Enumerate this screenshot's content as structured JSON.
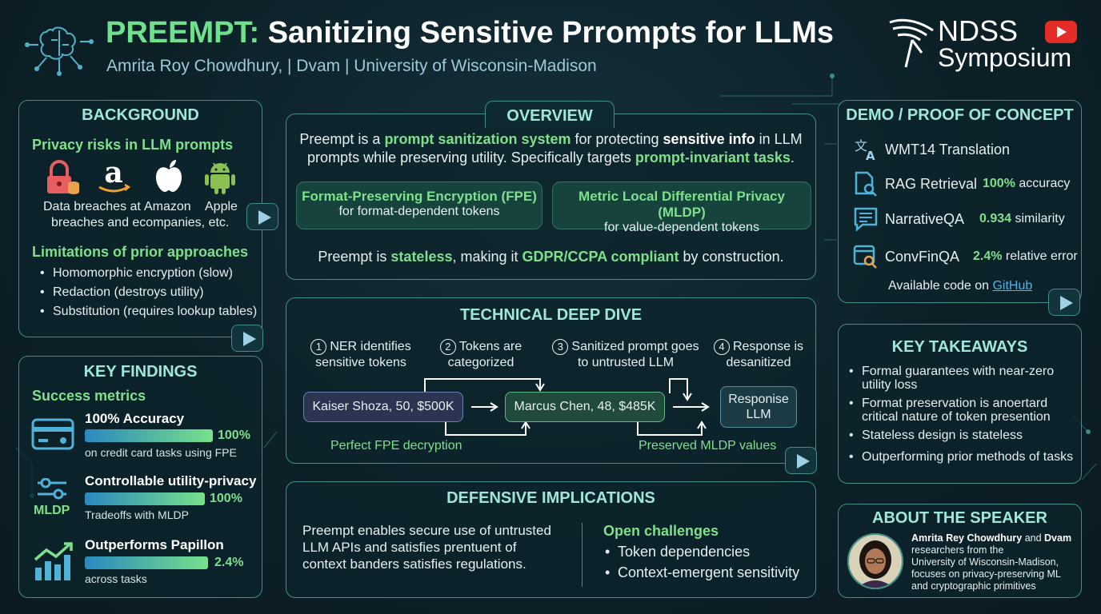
{
  "header": {
    "title_prefix": "PREEMPT:",
    "title_rest": "Sanitizing Sensitive Prrompts for LLMs",
    "authors": "Amrita Roy Chowdhury, | Dvam | University of Wisconsin-Madison",
    "logo_line1": "NDSS",
    "logo_line2": "Symposium"
  },
  "background": {
    "heading": "BACKGROUND",
    "privacy_heading": "Privacy risks in LLM prompts",
    "captions": [
      "Data breaches at",
      "Amazon",
      "Apple"
    ],
    "caption_line2": "breaches and ecompanies, etc.",
    "limitations_heading": "Limitations of prior approaches",
    "limitations": [
      "Homomorphic encryption (slow)",
      "Redaction (destroys utility)",
      "Substitution (requires lookup tables)"
    ]
  },
  "key_findings": {
    "heading": "KEY FINDINGS",
    "subheading": "Success metrics",
    "items": [
      {
        "title": "100% Accuracy",
        "value_text": "100%",
        "value": 100,
        "caption": "on credit card tasks using FPE"
      },
      {
        "title": "Controllable utility-privacy",
        "value_text": "100%",
        "value": 100,
        "caption": "Tradeoffs with MLDP",
        "icon_label": "MLDP"
      },
      {
        "title": "Outperforms Papillon",
        "value_text": "2.4%",
        "value": 2.4,
        "caption": "across tasks"
      }
    ]
  },
  "overview": {
    "heading": "OVERVIEW",
    "line1_a": "Preempt is a ",
    "line1_b": "prompt sanitization system",
    "line1_c": " for protecting ",
    "line1_d": "sensitive info",
    "line1_e": " in LLM",
    "line2_a": "prompts while preserving utility. Specifically targets ",
    "line2_b": "prompt-invariant tasks",
    "line2_c": ".",
    "fpe_title": "Format-Preserving Encryption (FPE)",
    "fpe_sub": "for format-dependent tokens",
    "mldp_title": "Metric Local Differential Privacy (MLDP)",
    "mldp_sub": "for value-dependent tokens",
    "stateless_a": "Preempt is ",
    "stateless_b": "stateless",
    "stateless_c": ", making it ",
    "stateless_d": "GDPR/CCPA compliant",
    "stateless_e": " by construction."
  },
  "deep_dive": {
    "heading": "TECHNICAL DEEP DIVE",
    "steps": [
      {
        "num": "1",
        "line1": "NER identifies",
        "line2": "sensitive tokens"
      },
      {
        "num": "2",
        "line1": "Tokens are",
        "line2": "categorized"
      },
      {
        "num": "3",
        "line1": "Sanitized prompt goes",
        "line2": "to untrusted LLM"
      },
      {
        "num": "4",
        "line1": "Response is",
        "line2": "desanitized"
      }
    ],
    "input_box": "Kaiser Shoza, 50, $500K",
    "mid_box": "Marcus Chen, 48, $485K",
    "llm_line1": "Responise",
    "llm_line2": "LLM",
    "label_left": "Perfect FPE decryption",
    "label_right": "Preserved MLDP values"
  },
  "defensive": {
    "heading": "DEFENSIVE IMPLICATIONS",
    "text": [
      "Preempt enables secure use of untrusted",
      "LLM APIs and satisfies prentuent of",
      "context banders satisfies regulations."
    ],
    "challenges_heading": "Open challenges",
    "challenges": [
      "Token dependencies",
      "Context-emergent sensitivity"
    ]
  },
  "demo": {
    "heading": "DEMO / PROOF OF CONCEPT",
    "items": [
      {
        "name": "WMT14 Translation",
        "value": "",
        "metric": ""
      },
      {
        "name": "RAG Retrieval",
        "value": "100%",
        "metric": "accuracy"
      },
      {
        "name": "NarrativeQA",
        "value": "0.934",
        "metric": "similarity"
      },
      {
        "name": "ConvFinQA",
        "value": "2.4%",
        "metric": "relative error"
      }
    ],
    "code_text": "Available code on ",
    "code_link": "GitHub"
  },
  "takeaways": {
    "heading": "KEY TAKEAWAYS",
    "items": [
      [
        "Formal guarantees with near-zero",
        "utility loss"
      ],
      [
        "Format preservation is anoertard",
        "critical nature of token  presention"
      ],
      [
        "Stateless design is stateless"
      ],
      [
        "Outperforming prior methods of tasks"
      ]
    ]
  },
  "speaker": {
    "heading": "ABOUT THE SPEAKER",
    "name1": "Amrita Rey Chowdhury",
    "and": " and ",
    "name2": "Dvam",
    "lines": [
      "researchers from the",
      "University of Wisconsin-Madison,",
      "focuses on privacy-preserving ML",
      "and cryptographic primitives"
    ]
  },
  "colors": {
    "accent": "#7ee08a",
    "heading": "#9fe7d9",
    "border": "#3f8f86",
    "background": "#0d2028"
  }
}
